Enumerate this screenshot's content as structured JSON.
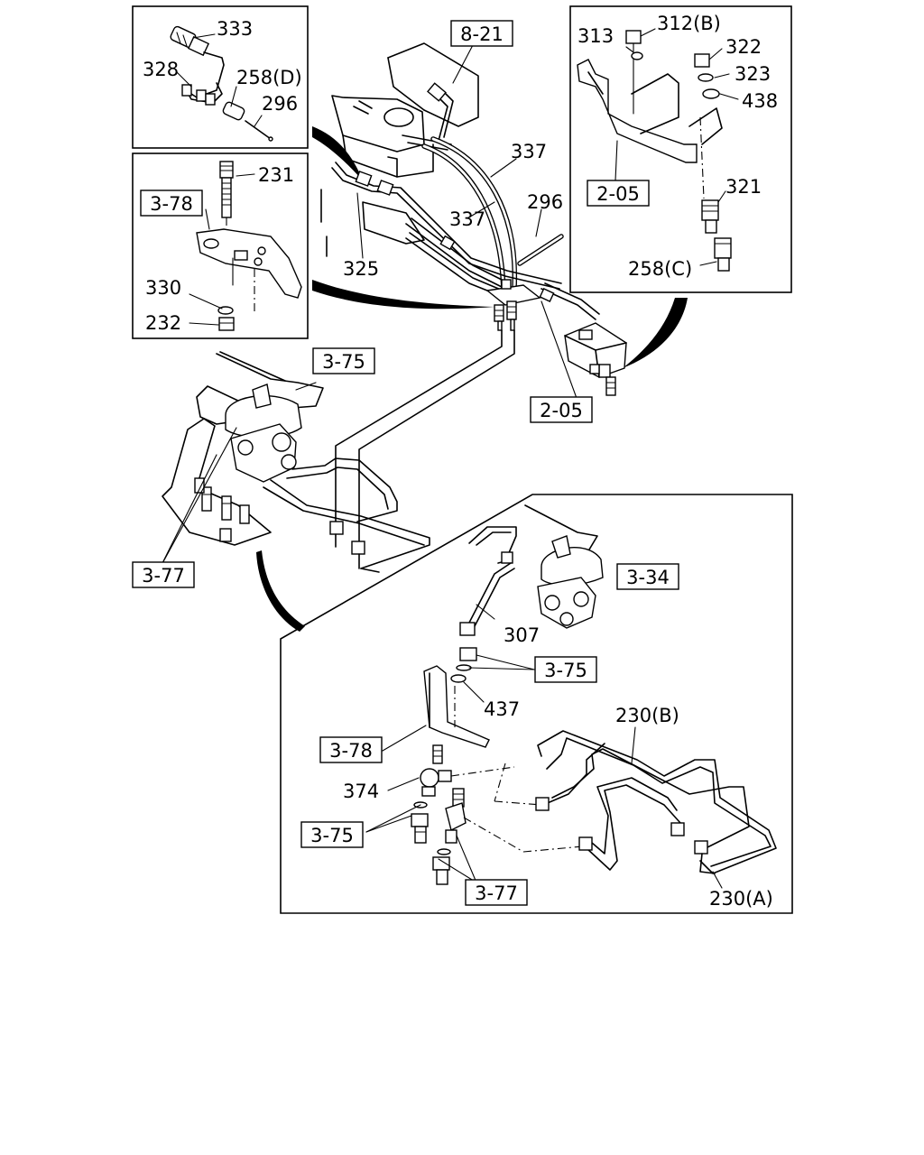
{
  "diagram": {
    "refs": {
      "r821": "8-21",
      "r378a": "3-78",
      "r205a": "2-05",
      "r375a": "3-75",
      "r205b": "2-05",
      "r377a": "3-77",
      "r334": "3-34",
      "r375b": "3-75",
      "r378b": "3-78",
      "r375c": "3-75",
      "r377b": "3-77"
    },
    "labels": {
      "p333": "333",
      "p328": "328",
      "p258d": "258(D)",
      "p296a": "296",
      "p231": "231",
      "p330": "330",
      "p232": "232",
      "p337a": "337",
      "p337b": "337",
      "p296b": "296",
      "p325": "325",
      "p313": "313",
      "p312b": "312(B)",
      "p322": "322",
      "p323": "323",
      "p438": "438",
      "p321": "321",
      "p258c": "258(C)",
      "p307": "307",
      "p437": "437",
      "p230b": "230(B)",
      "p374": "374",
      "p230a": "230(A)"
    }
  }
}
